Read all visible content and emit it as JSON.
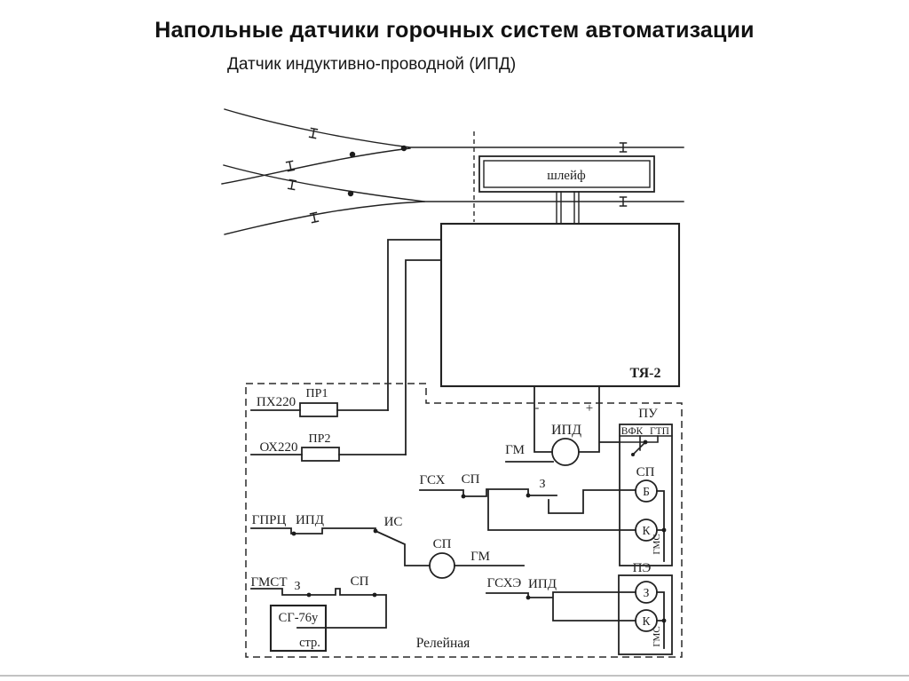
{
  "slide": {
    "title": "Напольные датчики горочных систем автоматизации",
    "subtitle": "Датчик индуктивно-проводной (ИПД)"
  },
  "diagram": {
    "track_plan": {
      "loop_label": "шлейф"
    },
    "sensor_unit": {
      "label": "ТЯ-2"
    },
    "relay_room": {
      "label": "Релейная"
    },
    "power": {
      "feed1": "ПХ220",
      "fuse1": "ПР1",
      "feed2": "ОХ220",
      "fuse2": "ПР2"
    },
    "ipd_relay": {
      "label": "ИПД",
      "plus": "+",
      "minus": "-",
      "gm_wire": "ГМ"
    },
    "pu_block": {
      "label": "ПУ",
      "vfk": "ВФК",
      "gtp": "ГТП",
      "sp": "СП",
      "relay_b": "Б",
      "relay_k": "К",
      "gms": "ГМС"
    },
    "pe_block": {
      "label": "ПЭ",
      "relay_z": "З",
      "relay_k": "К",
      "gms": "ГМС"
    },
    "gsx_row": {
      "source": "ГСХ",
      "sp_contact": "СП",
      "z_contact": "З"
    },
    "gprc_row": {
      "source": "ГПРЦ",
      "ipd_contact": "ИПД",
      "is_contact": "ИС",
      "sp_relay": "СП",
      "gm_wire": "ГМ"
    },
    "gmst_row": {
      "source": "ГМСТ",
      "z_contact": "З",
      "sp_contact": "СП",
      "switch_machine": "СГ-76у",
      "switch_machine_sub": "стр."
    },
    "gsxe_row": {
      "source": "ГСХЭ",
      "ipd_contact": "ИПД"
    }
  },
  "colors": {
    "ink": "#222222",
    "background": "#ffffff"
  }
}
